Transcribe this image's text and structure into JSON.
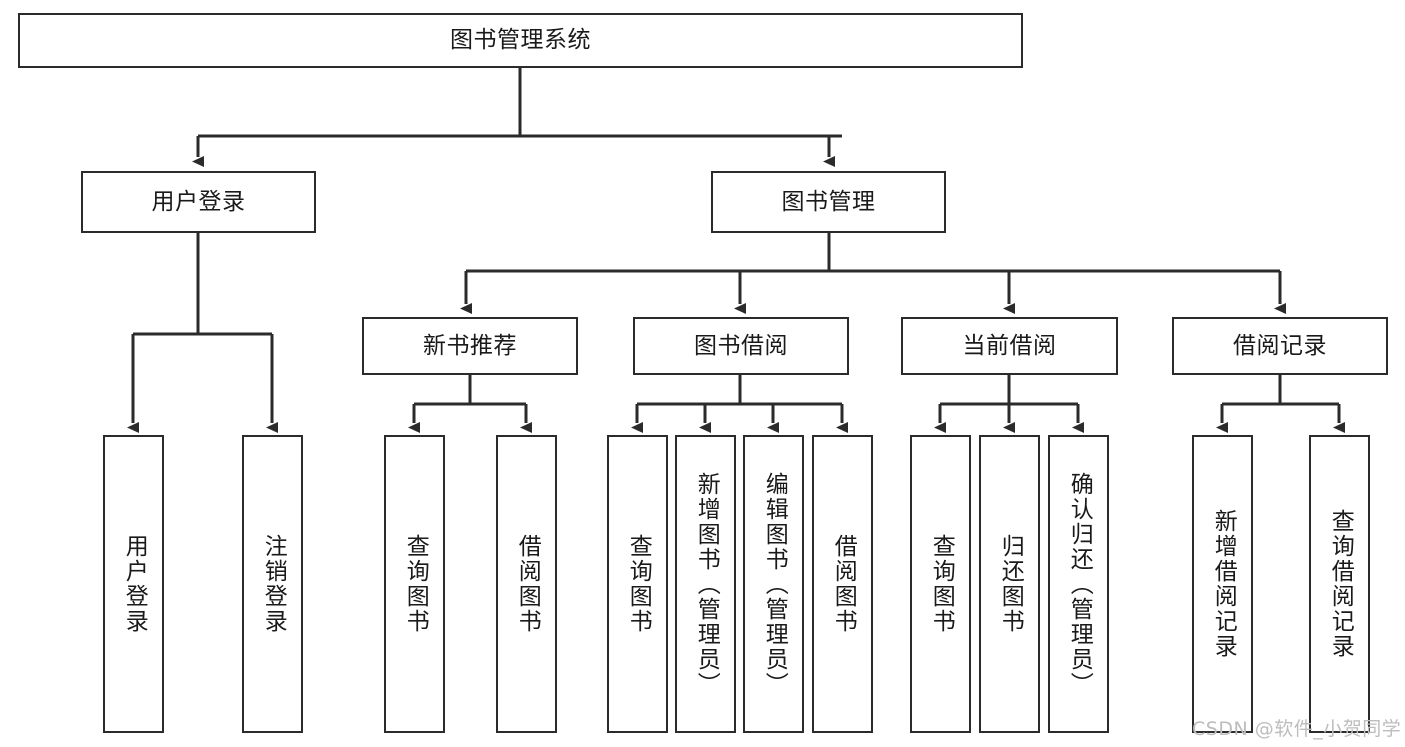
{
  "diagram": {
    "title": "图书管理系统",
    "watermark": "CSDN @软件_小贺同学",
    "line_color": "#2b2b2b",
    "box_fill": "#ffffff",
    "text_color": "#1a1a1a",
    "watermark_color": "#bdbdbd",
    "root": {
      "label": "图书管理系统"
    },
    "level2": [
      {
        "label": "用户登录"
      },
      {
        "label": "图书管理"
      }
    ],
    "level3": [
      {
        "label": "新书推荐"
      },
      {
        "label": "图书借阅"
      },
      {
        "label": "当前借阅"
      },
      {
        "label": "借阅记录"
      }
    ],
    "leaves": {
      "user_login": [
        {
          "label": "用户登录"
        },
        {
          "label": "注销登录"
        }
      ],
      "new_book": [
        {
          "label": "查询图书"
        },
        {
          "label": "借阅图书"
        }
      ],
      "book_borrow": [
        {
          "label": "查询图书"
        },
        {
          "label": "新增图书（管理员）"
        },
        {
          "label": "编辑图书（管理员）"
        },
        {
          "label": "借阅图书"
        }
      ],
      "current_borrow": [
        {
          "label": "查询图书"
        },
        {
          "label": "归还图书"
        },
        {
          "label": "确认归还（管理员）"
        }
      ],
      "borrow_record": [
        {
          "label": "新增借阅记录"
        },
        {
          "label": "查询借阅记录"
        }
      ]
    }
  }
}
